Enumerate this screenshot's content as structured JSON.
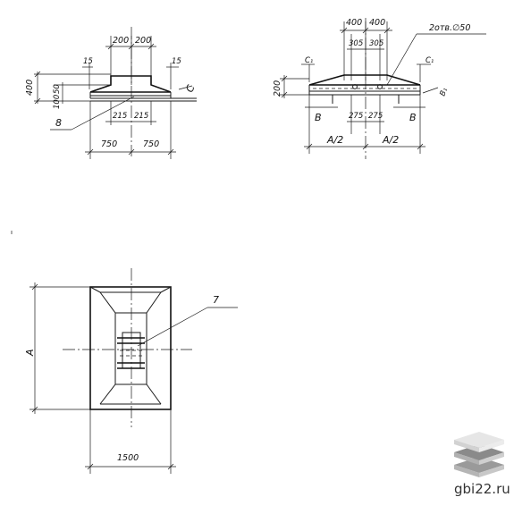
{
  "section1": {
    "top_dims": [
      "200",
      "200"
    ],
    "side_left": "15",
    "side_right": "15",
    "height_dims": [
      "400",
      "50",
      "100"
    ],
    "c_label": "C",
    "inner_dims": [
      "215",
      "215"
    ],
    "bottom_dims": [
      "750",
      "750"
    ],
    "callout": "8"
  },
  "section2": {
    "top_dims": [
      "400",
      "400"
    ],
    "inner_top_dims": [
      "305",
      "305"
    ],
    "holes_note": "2отв.∅50",
    "c1_left": "C₁",
    "c1_right": "C₁",
    "height_dim": "200",
    "b1_label": "B₁",
    "b_left": "B",
    "b_right": "B",
    "inner_dims": [
      "275",
      "275"
    ],
    "half_dims": [
      "A/2",
      "A/2"
    ]
  },
  "plan": {
    "a_label": "A",
    "width_dim": "1500",
    "callout": "7"
  },
  "watermark": {
    "text": "gbi22.ru"
  },
  "colors": {
    "line": "#1a1a1a",
    "logo_light": "#d9d9d9",
    "logo_dark": "#9a9a9a"
  }
}
